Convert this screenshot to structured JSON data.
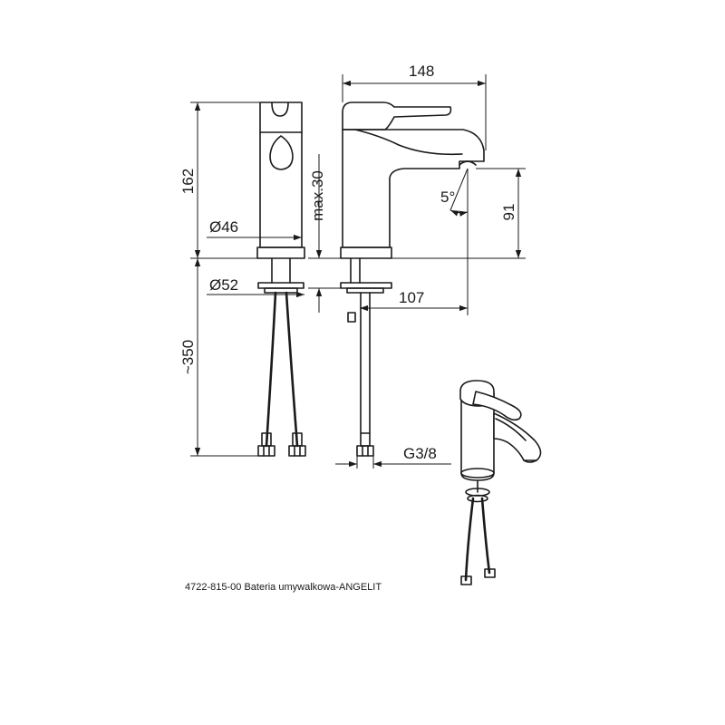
{
  "dimensions": {
    "total_width": "148",
    "total_height": "162",
    "body_diameter": "Ø46",
    "base_diameter": "Ø52",
    "hose_length": "~350",
    "max_mount_thickness": "max.30",
    "spout_angle": "5°",
    "spout_height": "91",
    "spout_reach": "107",
    "thread": "G3/8"
  },
  "caption": "4722-815-00 Bateria umywalkowa-ANGELIT",
  "colors": {
    "line": "#1a1a1a",
    "background": "#ffffff"
  }
}
